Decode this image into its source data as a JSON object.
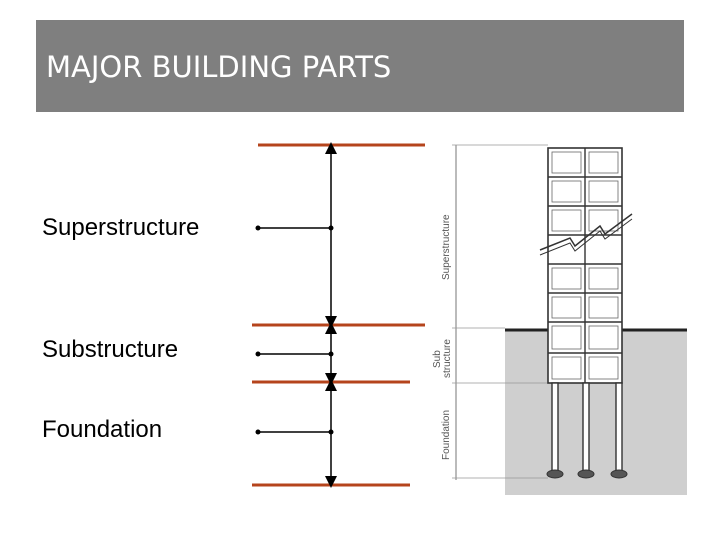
{
  "title": "MAJOR BUILDING PARTS",
  "labels": {
    "superstructure": "Superstructure",
    "substructure": "Substructure",
    "foundation": "Foundation"
  },
  "drawing_labels": {
    "superstructure": "Superstructure",
    "sub_line1": "Sub",
    "sub_line2": "structure",
    "foundation": "Foundation"
  },
  "colors": {
    "title_bar": "#7f7f7f",
    "level_line": "#b5441c",
    "ground": "#cfcfcf"
  }
}
